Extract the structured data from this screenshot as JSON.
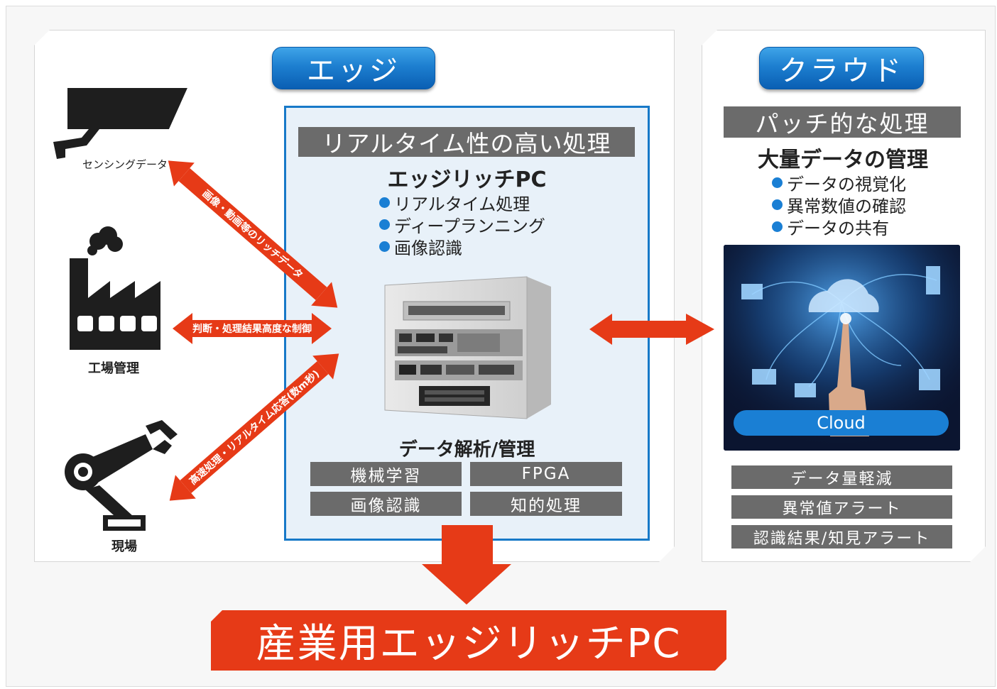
{
  "edge": {
    "header": "エッジ",
    "realtime_bar": "リアルタイム性の高い処理",
    "rich_pc_title": "エッジリッチPC",
    "bullets": [
      "リアルタイム処理",
      "ディープランニング",
      "画像認識"
    ],
    "analysis_title": "データ解析/管理",
    "analysis_cells": [
      "機械学習",
      "FPGA",
      "画像認識",
      "知的処理"
    ]
  },
  "cloud": {
    "header": "クラウド",
    "batch_bar": "パッチ的な処理",
    "mgmt_title": "大量データの管理",
    "bullets": [
      "データの視覚化",
      "異常数値の確認",
      "データの共有"
    ],
    "image_label": "Cloud",
    "bars": [
      "データ量軽減",
      "異常値アラート",
      "認識結果/知見アラート"
    ]
  },
  "left_icons": {
    "camera_label": "センシングデータ",
    "factory_label": "工場管理",
    "robot_label": "現場"
  },
  "arrows": {
    "top": "画像・動画等のリッチデータ",
    "middle": "判断・処理結果高度な制御",
    "bottom": "高速処理・リアルタイム応答(数m秒)"
  },
  "banner": "産業用エッジリッチPC",
  "colors": {
    "accent_red": "#e63a17",
    "accent_blue": "#1a7fd4",
    "gray_bar": "#6b6b6b"
  }
}
